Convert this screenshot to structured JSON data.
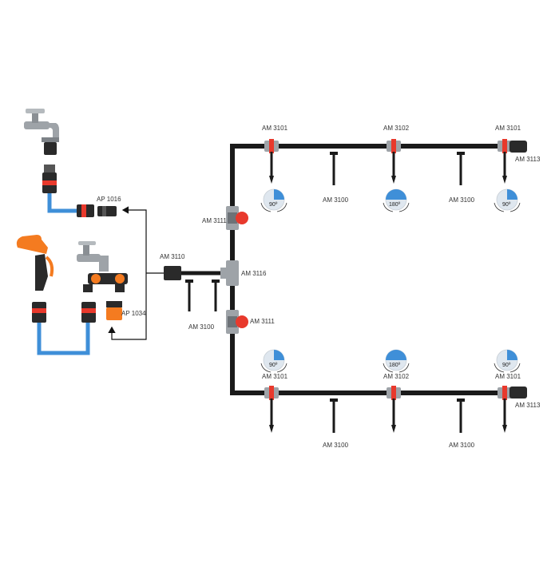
{
  "colors": {
    "pipe": "#1a1a1a",
    "hose": "#3f8fd8",
    "accent": "#e8392c",
    "orange": "#f47b20",
    "metal": "#9ea3a8",
    "sector_fill": "#3f8fd8",
    "sector_bg": "#dfe7ef"
  },
  "labels": {
    "ap1016": "AP 1016",
    "ap1034": "AP 1034",
    "am3110": "AM 3110",
    "am3100_feed": "AM 3100",
    "am3116": "AM 3116",
    "am3111_top": "AM 3111",
    "am3111_bottom": "AM 3111",
    "top_am3101_left": "AM 3101",
    "top_am3102": "AM 3102",
    "top_am3101_right": "AM 3101",
    "top_am3113": "AM 3113",
    "top_am3100_left": "AM 3100",
    "top_am3100_right": "AM 3100",
    "bot_am3101_left": "AM 3101",
    "bot_am3102": "AM 3102",
    "bot_am3101_right": "AM 3101",
    "bot_am3113": "AM 3113",
    "bot_am3100_left": "AM 3100",
    "bot_am3100_right": "AM 3100"
  },
  "sprays": [
    {
      "name": "spray-top-left",
      "angle": 90,
      "label": "90º"
    },
    {
      "name": "spray-top-mid",
      "angle": 180,
      "label": "180º"
    },
    {
      "name": "spray-top-right",
      "angle": 90,
      "label": "90º"
    },
    {
      "name": "spray-bottom-left",
      "angle": 90,
      "label": "90º"
    },
    {
      "name": "spray-bottom-mid",
      "angle": 180,
      "label": "180º"
    },
    {
      "name": "spray-bottom-right",
      "angle": 90,
      "label": "90º"
    }
  ]
}
